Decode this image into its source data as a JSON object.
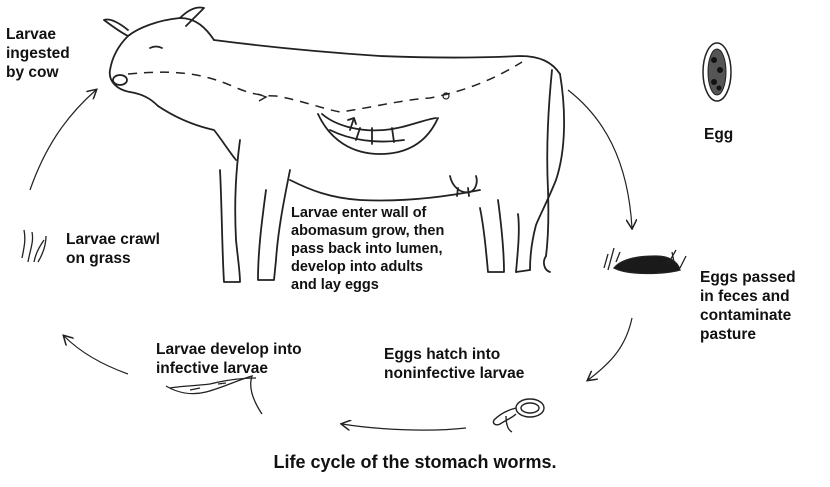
{
  "caption": "Life cycle of the stomach worms.",
  "stages": {
    "ingested": {
      "lines": [
        "Larvae",
        "ingested",
        "by cow"
      ]
    },
    "egg": {
      "lines": [
        "Egg"
      ]
    },
    "feces": {
      "lines": [
        "Eggs passed",
        "in feces and",
        "contaminate",
        "pasture"
      ]
    },
    "hatch": {
      "lines": [
        "Eggs hatch into",
        "noninfective larvae"
      ]
    },
    "infective": {
      "lines": [
        "Larvae develop into",
        "infective larvae"
      ]
    },
    "crawl": {
      "lines": [
        "Larvae crawl",
        "on grass"
      ]
    },
    "abomasum": {
      "lines": [
        "Larvae enter wall of",
        "abomasum grow, then",
        "pass back into lumen,",
        "develop into adults",
        "and lay eggs"
      ]
    }
  }
}
